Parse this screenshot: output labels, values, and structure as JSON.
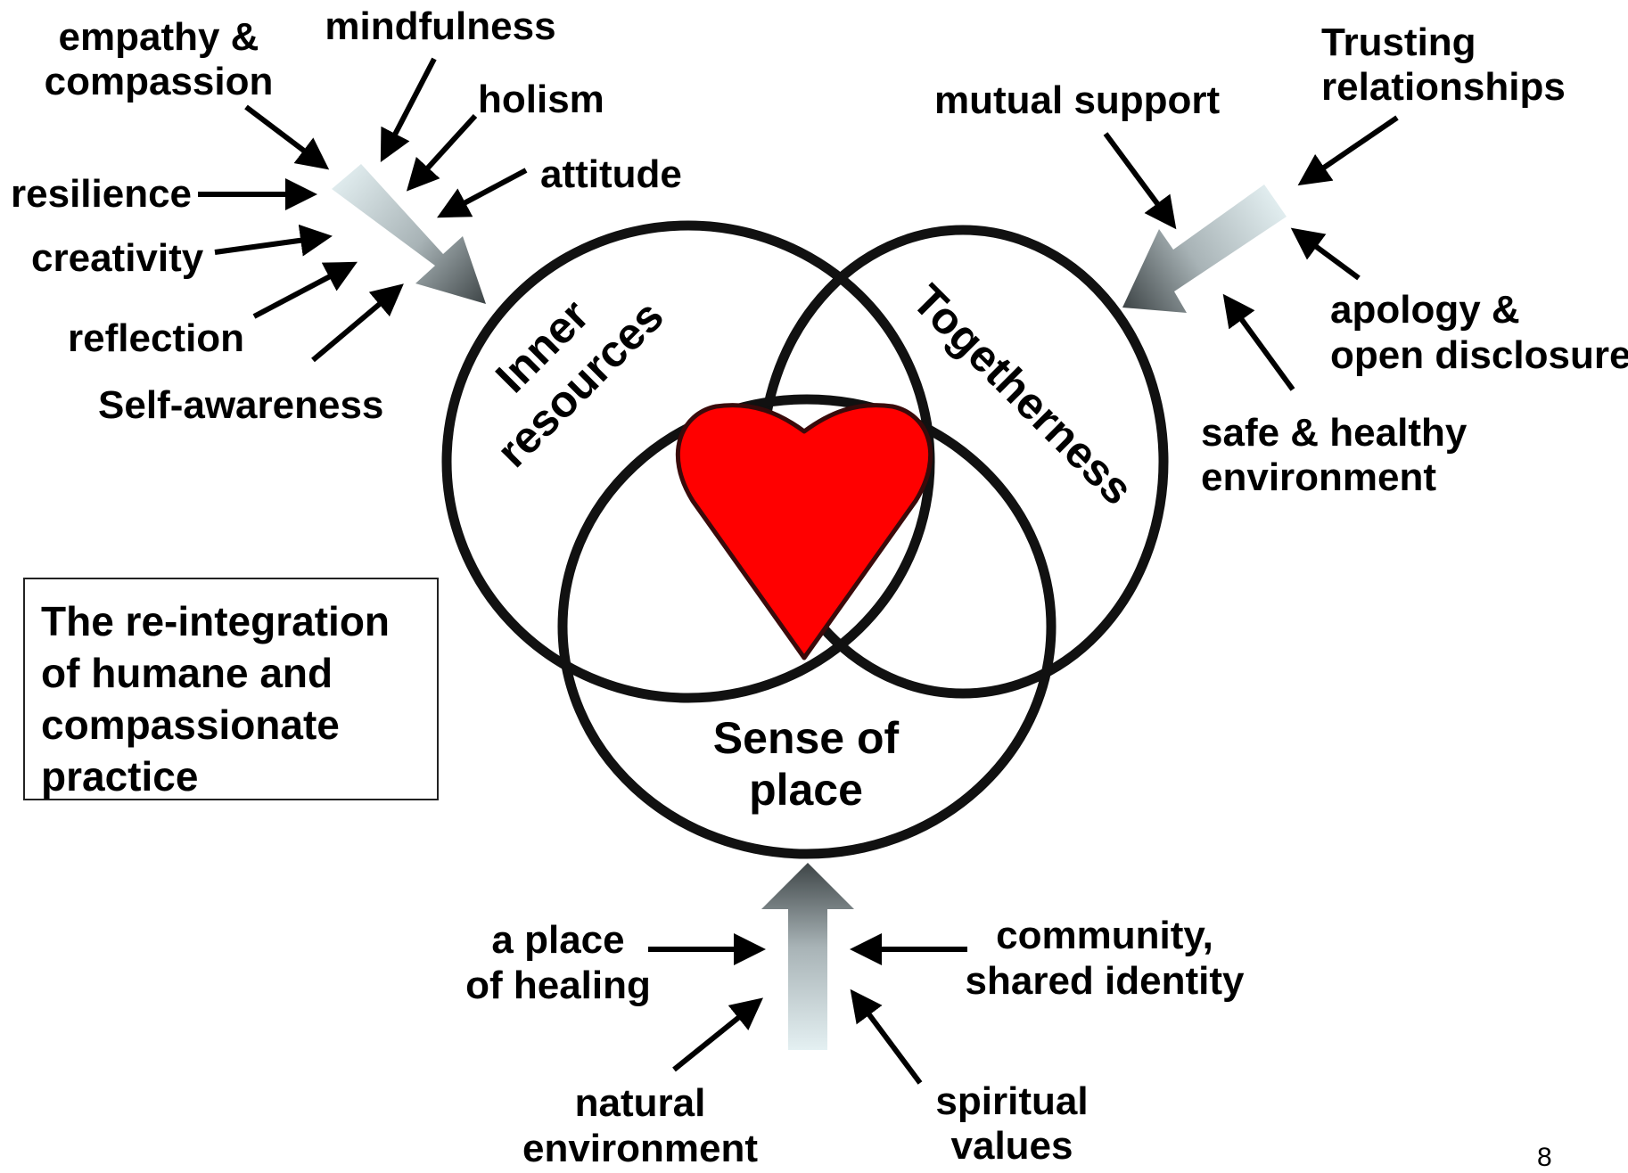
{
  "circles": {
    "inner_resources": {
      "line1": "Inner",
      "line2": "resources"
    },
    "togetherness": "Togetherness",
    "sense_of_place": {
      "line1": "Sense of",
      "line2": "place"
    }
  },
  "heart_color": "#ff0000",
  "inner_factors": {
    "empathy": {
      "line1": "empathy &",
      "line2": "compassion"
    },
    "mindfulness": "mindfulness",
    "holism": "holism",
    "attitude": "attitude",
    "resilience": "resilience",
    "creativity": "creativity",
    "reflection": "reflection",
    "self_awareness": "Self-awareness"
  },
  "togetherness_factors": {
    "mutual_support": "mutual support",
    "trusting": {
      "line1": "Trusting",
      "line2": "relationships"
    },
    "apology": {
      "line1": "apology &",
      "line2": "open disclosure"
    },
    "safe": {
      "line1": "safe & healthy",
      "line2": "environment"
    }
  },
  "place_factors": {
    "healing": {
      "line1": "a place",
      "line2": "of healing"
    },
    "community": {
      "line1": "community,",
      "line2": "shared identity"
    },
    "natural": {
      "line1": "natural",
      "line2": "environment"
    },
    "spiritual": {
      "line1": "spiritual",
      "line2": "values"
    }
  },
  "caption": {
    "line1": "The re-integration",
    "line2": "of humane and",
    "line3": "compassionate",
    "line4": "practice"
  },
  "page_number": "8"
}
